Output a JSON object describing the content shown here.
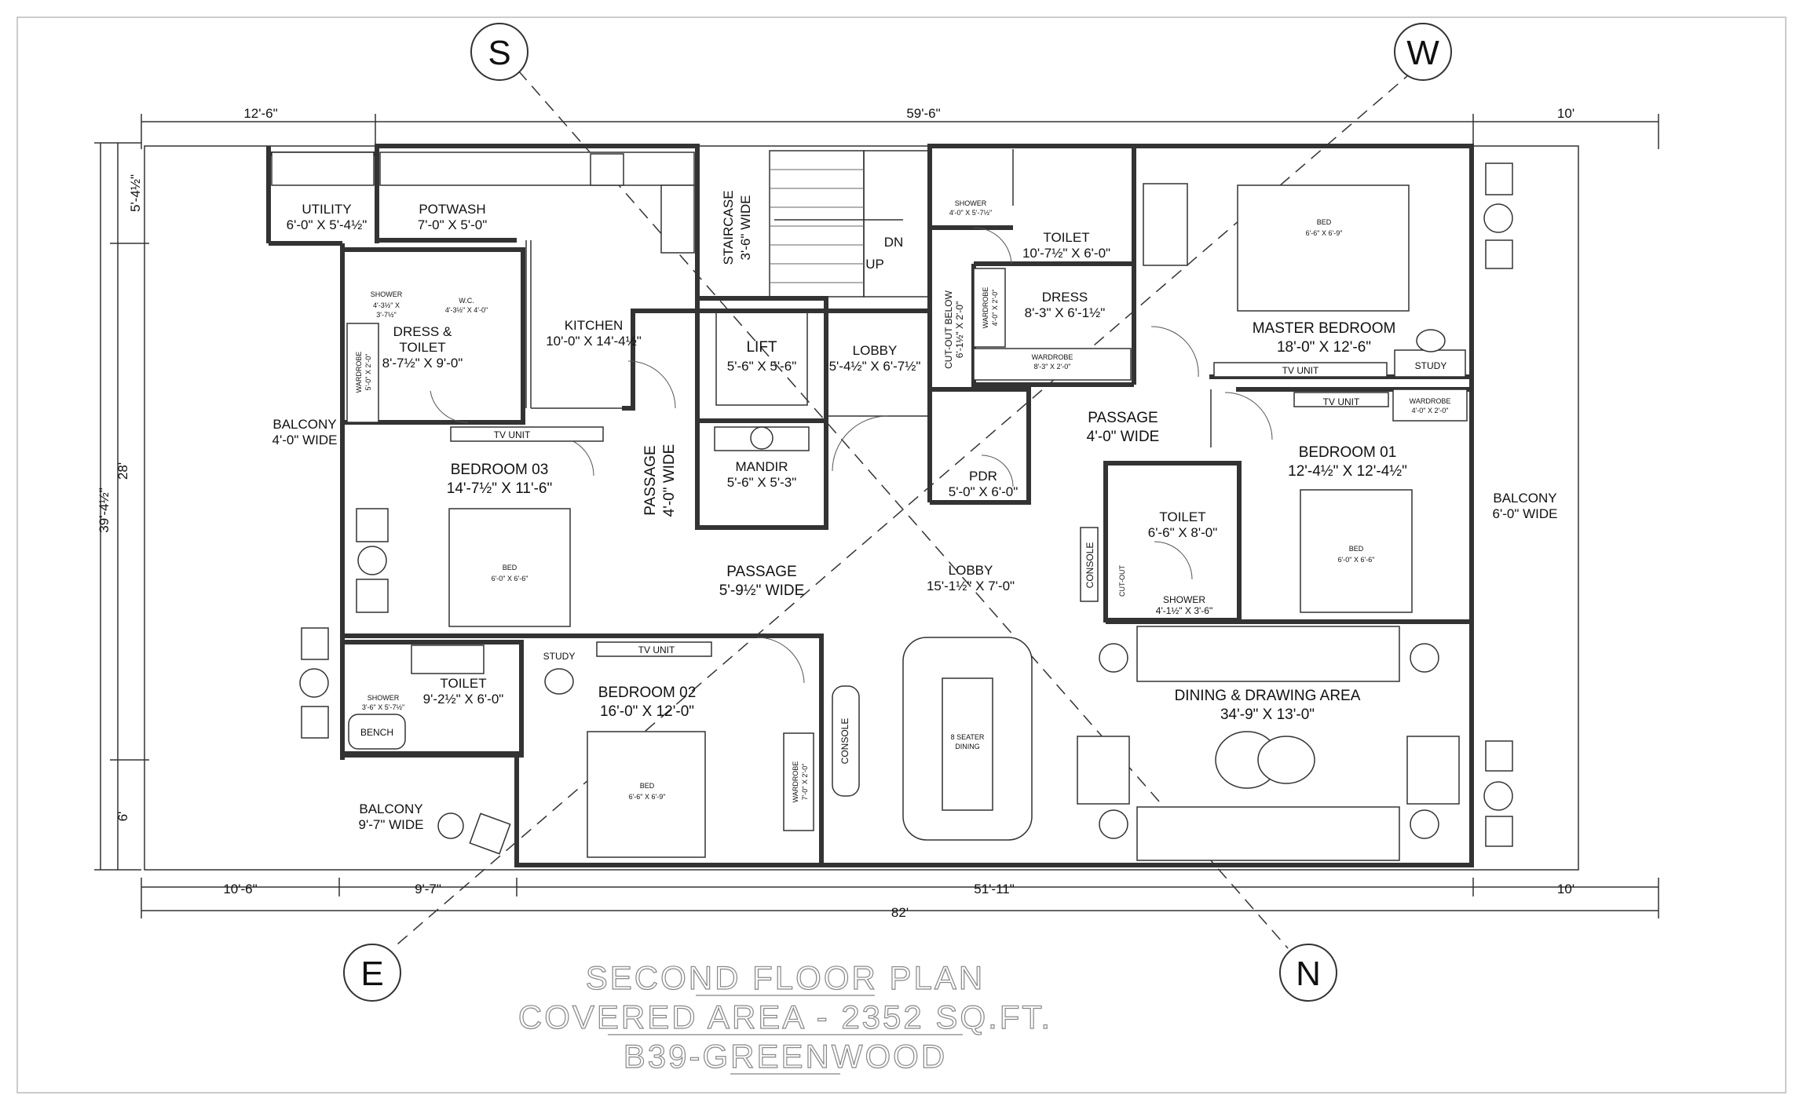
{
  "title": {
    "line1": "SECOND FLOOR PLAN",
    "line2": "COVERED AREA - 2352 SQ.FT.",
    "line3": "B39-GREENWOOD"
  },
  "compass": {
    "south": "S",
    "west": "W",
    "east": "E",
    "north": "N"
  },
  "dimensions": {
    "top_left": "12'-6\"",
    "top_middle": "59'-6\"",
    "top_right": "10'",
    "left_top": "5'-4½\"",
    "left_total": "39'-4½\"",
    "left_middle": "28'",
    "left_bottom": "6'",
    "bottom_a": "10'-6\"",
    "bottom_b": "9'-7\"",
    "bottom_c": "51'-11\"",
    "bottom_d": "10'",
    "bottom_total": "82'"
  },
  "rooms": {
    "utility": {
      "name": "UTILITY",
      "size": "6'-0\" X 5'-4½\""
    },
    "potwash": {
      "name": "POTWASH",
      "size": "7'-0\" X 5'-0\""
    },
    "staircase": {
      "name": "STAIRCASE",
      "size": "3'-6\" WIDE",
      "dn": "DN",
      "up": "UP"
    },
    "shower_top": {
      "name": "SHOWER",
      "size": "4'-0\" X 5'-7½\""
    },
    "toilet_top": {
      "name": "TOILET",
      "size": "10'-7½\" X 6'-0\""
    },
    "dress_toilet": {
      "name1": "DRESS &",
      "name2": "TOILET",
      "size": "8'-7½\" X 9'-0\""
    },
    "shower_dt": {
      "name": "SHOWER",
      "size1": "4'-3½\" X",
      "size2": "3'-7½\""
    },
    "wc": {
      "name": "W.C.",
      "size": "4'-3½\" X 4'-0\""
    },
    "kitchen": {
      "name": "KITCHEN",
      "size": "10'-0\" X 14'-4½\""
    },
    "lift": {
      "name": "LIFT",
      "size": "5'-6\" X 5'-6\""
    },
    "lobby_top": {
      "name": "LOBBY",
      "size": "5'-4½\" X 6'-7½\""
    },
    "cutout_top": {
      "name": "CUT-OUT BELOW",
      "size": "6'-1½\" X 2'-0\""
    },
    "dress": {
      "name": "DRESS",
      "size": "8'-3\" X 6'-1½\""
    },
    "master_bedroom": {
      "name": "MASTER BEDROOM",
      "size": "18'-0\" X 12'-6\"",
      "bed": "BED",
      "bed_size": "6'-6\" X 6'-9\""
    },
    "balcony_left": {
      "name": "BALCONY",
      "size": "4'-0\" WIDE"
    },
    "mandir": {
      "name": "MANDIR",
      "size": "5'-6\" X 5'-3\""
    },
    "passage_vertical": {
      "name": "PASSAGE",
      "size": "4'-0\" WIDE"
    },
    "pdr": {
      "name": "PDR",
      "size": "5'-0\" X 6'-0\""
    },
    "passage_right": {
      "name": "PASSAGE",
      "size": "4'-0\" WIDE"
    },
    "bedroom03": {
      "name": "BEDROOM 03",
      "size": "14'-7½\" X 11'-6\"",
      "bed": "BED",
      "bed_size": "6'-0\" X 6'-6\""
    },
    "bedroom01": {
      "name": "BEDROOM 01",
      "size": "12'-4½\" X 12'-4½\"",
      "bed": "BED",
      "bed_size": "6'-0\" X 6'-6\""
    },
    "toilet_b1": {
      "name": "TOILET",
      "size": "6'-6\" X 8'-0\""
    },
    "shower_b1": {
      "name": "SHOWER",
      "size": "4'-1½\" X 3'-6\""
    },
    "cutout_b1": {
      "name": "CUT-OUT"
    },
    "balcony_right": {
      "name": "BALCONY",
      "size": "6'-0\" WIDE"
    },
    "passage_center": {
      "name": "PASSAGE",
      "size": "5'-9½\" WIDE"
    },
    "lobby_center": {
      "name": "LOBBY",
      "size": "15'-1½\" X 7'-0\""
    },
    "toilet_b2": {
      "name": "TOILET",
      "size": "9'-2½\" X 6'-0\""
    },
    "shower_b2": {
      "name": "SHOWER",
      "size": "3'-6\" X 5'-7½\""
    },
    "bedroom02": {
      "name": "BEDROOM 02",
      "size": "16'-0\" X 12'-0\"",
      "bed": "BED",
      "bed_size": "6'-6\" X 6'-9\""
    },
    "dining": {
      "name": "DINING & DRAWING AREA",
      "size": "34'-9\" X 13'-0\""
    },
    "balcony_bottom": {
      "name": "BALCONY",
      "size": "9'-7\" WIDE"
    }
  },
  "furniture": {
    "tv_unit": "TV UNIT",
    "study": "STUDY",
    "wardrobe": "WARDROBE",
    "wardrobe_size_a": "5'-0\" X 2'-0\"",
    "wardrobe_size_b": "4'-0\" X 2'-0\"",
    "wardrobe_size_c": "8'-3\" X 2'-0\"",
    "wardrobe_size_d": "7'-0\" X 2'-0\"",
    "console": "CONSOLE",
    "bench": "BENCH",
    "dining_table1": "8 SEATER",
    "dining_table2": "DINING"
  }
}
